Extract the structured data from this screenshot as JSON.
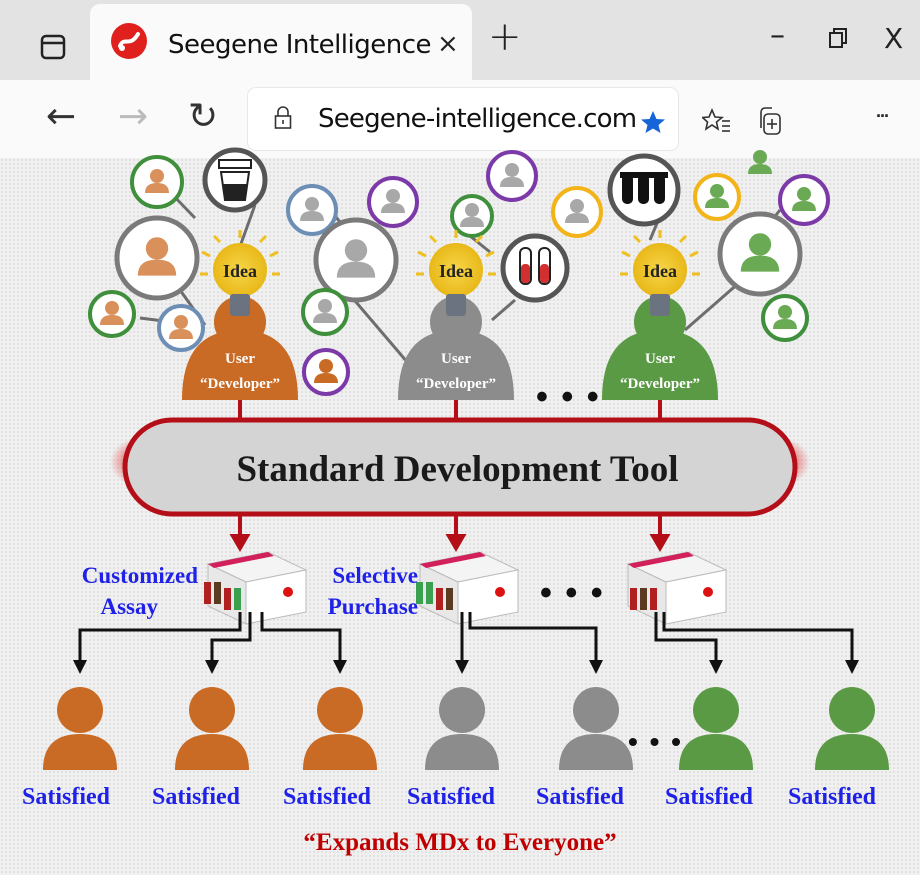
{
  "browser": {
    "tab_title": "Seegene Intelligence",
    "tab_close": "×",
    "new_tab": "+",
    "url": "Seegene-intelligence.com",
    "more_menu": "···",
    "icons": {
      "tab_actions": "tab-actions-icon",
      "favicon": "seegene-favicon",
      "back": "back-arrow-icon",
      "forward": "forward-arrow-icon",
      "refresh": "refresh-icon",
      "lock": "lock-icon",
      "favorite": "star-icon",
      "favorites_list": "favorites-list-icon",
      "collections": "collections-icon"
    }
  },
  "diagram": {
    "idea_label": "Idea",
    "user_label_line1": "User",
    "user_label_line2": "“Developer”",
    "tool_label": "Standard Development Tool",
    "customized_line1": "Customized",
    "customized_line2": "Assay",
    "selective_line1": "Selective",
    "selective_line2": "Purchase",
    "ellipsis": "• • •",
    "satisfied": [
      "Satisfied",
      "Satisfied",
      "Satisfied",
      "Satisfied",
      "Satisfied",
      "Satisfied",
      "Satisfied"
    ],
    "tagline": "“Expands MDx to Everyone”",
    "colors": {
      "orange": "#c96a25",
      "gray": "#8c8c8c",
      "green": "#5b9a45",
      "red": "#b40f18",
      "blue_text": "#1f22e6"
    }
  }
}
